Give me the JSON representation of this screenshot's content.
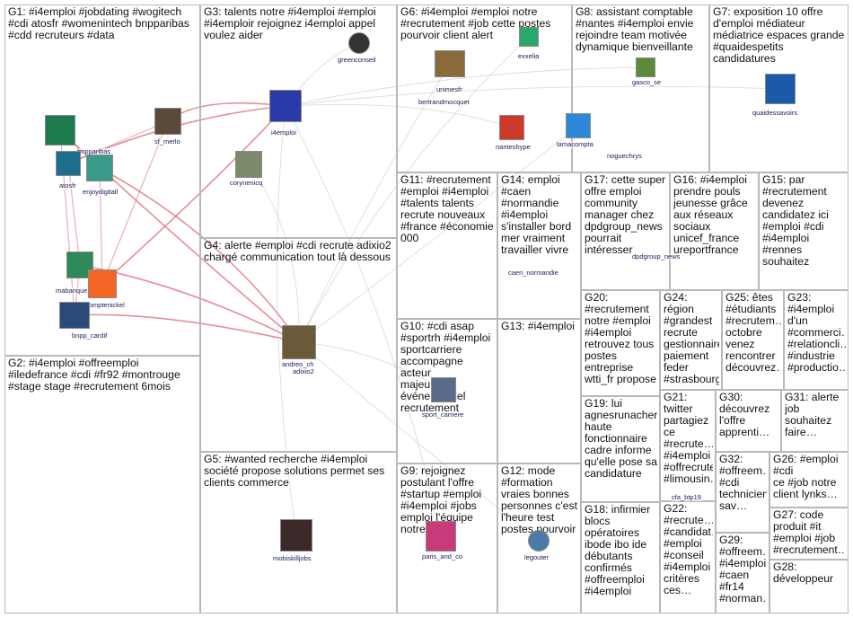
{
  "groups": [
    {
      "id": "G1",
      "text": "G1: #i4emploi #jobdating #wogitech\n#cdi atosfr #womenintech bnpparibas\n#cdd recruteurs #data"
    },
    {
      "id": "G2",
      "text": "G2: #i4emploi #offreemploi\n#iledefrance #cdi #fr92 #montrouge\n#stage stage #recrutement 6mois"
    },
    {
      "id": "G3",
      "text": "G3: talents notre #i4emploi #emploi\n#i4emploir rejoignez i4emploi appel\nvoulez aider"
    },
    {
      "id": "G4",
      "text": "G4: alerte #emploi #cdi recrute adixio2\nchargé communication tout là dessous"
    },
    {
      "id": "G5",
      "text": "G5: #wanted recherche #i4emploi\nsociété propose solutions permet ses\nclients commerce"
    },
    {
      "id": "G6",
      "text": "G6: #i4emploi #emploi notre\n#recrutement #job cette postes\npourvoir client alert"
    },
    {
      "id": "G7",
      "text": "G7: exposition 10 offre\nd'emploi médiateur\nmédiatrice espaces grande\n#quaidespetits\ncandidatures"
    },
    {
      "id": "G8",
      "text": "G8: assistant comptable\n#nantes #i4emploi envie\nrejoindre team motivée\ndynamique bienveillante"
    },
    {
      "id": "G9",
      "text": "G9: rejoignez\npostulant l'offre\n#startup #emploi\n#i4emploi #jobs\nemploi l'équipe\nnotre"
    },
    {
      "id": "G10",
      "text": "G10: #cdi asap\n#sportrh #i4emploi\nsportcarriere\naccompagne acteur\nmajeur\névénementiel\nrecrutement"
    },
    {
      "id": "G11",
      "text": "G11: #recrutement\n#emploi #i4emploi\n#talents talents\nrecrute nouveaux\n#france #économie\n000"
    },
    {
      "id": "G12",
      "text": "G12: mode\n#formation\nvraies bonnes\npersonnes c'est\nl'heure test\npostes pourvoir"
    },
    {
      "id": "G13",
      "text": "G13: #i4emploi"
    },
    {
      "id": "G14",
      "text": "G14: emploi\n#caen\n#normandie\n#i4emploi\ns'installer bord\nmer vraiment\ntravailler vivre"
    },
    {
      "id": "G15",
      "text": "G15: par\n#recrutement\ndevenez\ncandidatez ici\n#emploi #cdi\n#i4emploi\n#rennes\nsouhaitez"
    },
    {
      "id": "G16",
      "text": "G16: #i4emploi\nprendre pouls\njeunesse grâce\naux réseaux\nsociaux\nunicef_france\nureportfrance"
    },
    {
      "id": "G17",
      "text": "G17: cette super\noffre emploi\ncommunity\nmanager chez\ndpdgroup_news\npourrait\nintéresser"
    },
    {
      "id": "G18",
      "text": "G18: infirmier\nblocs\nopératoires\nibode ibo ide\ndébutants\nconfirmés\n#offreemploi\n#i4emploi"
    },
    {
      "id": "G19",
      "text": "G19: lui\nagnesrunacher\nhaute\nfonctionnaire\ncadre informe\nqu'elle pose sa\ncandidature"
    },
    {
      "id": "G20",
      "text": "G20:\n#recrutement\nnotre #emploi\n#i4emploi\nretrouvez tous\npostes\nentreprise\nwtti_fr propose"
    },
    {
      "id": "G21",
      "text": "G21:\ntwitter\npartagiez\nce\n#recrute…\n#i4emploi\n#offrecrute\n#limousin…"
    },
    {
      "id": "G22",
      "text": "G22:\n#recrute…\n#candidat…\n#emploi\n#conseil\n#i4emploi\ncritères\nces…"
    },
    {
      "id": "G23",
      "text": "G23:\n#i4emploi\nd'un\n#commerci…\n#relationcli…\n#industrie\n#productio…"
    },
    {
      "id": "G24",
      "text": "G24: région\n#grandest\nrecrute\ngestionnaire\npaiement\nfeder\n#strasbourg"
    },
    {
      "id": "G25",
      "text": "G25: êtes\n#étudiants\n#recrutem…\noctobre\nvenez\nrencontrer\ndécouvrez…"
    },
    {
      "id": "G26",
      "text": "G26: #emploi #cdi\nce #job notre\nclient lynks…"
    },
    {
      "id": "G27",
      "text": "G27: code\nproduit #it\n#emploi #job\n#recrutement…"
    },
    {
      "id": "G28",
      "text": "G28:\ndéveloppeur"
    },
    {
      "id": "G29",
      "text": "G29:\n#offreem…\n#i4emploi\n#caen\n#fr14\n#norman…"
    },
    {
      "id": "G30",
      "text": "G30:\ndécouvrez\nl'offre\napprenti…"
    },
    {
      "id": "G31",
      "text": "G31: alerte\njob\nsouhaitez\nfaire…"
    },
    {
      "id": "G32",
      "text": "G32:\n#offreem…\n#cdi\ntechnicien\nsav…"
    }
  ],
  "vertices": [
    {
      "name": "bnpparibas",
      "color": "#1d7a4e"
    },
    {
      "name": "atosfr",
      "color": "#1c6e8c"
    },
    {
      "name": "enjoydigitall",
      "color": "#3a9a8a"
    },
    {
      "name": "sf_merlo",
      "color": "#5b4a3a"
    },
    {
      "name": "mabanque",
      "color": "#2e8a5a"
    },
    {
      "name": "comptenickel",
      "color": "#f26522"
    },
    {
      "name": "bnpp_cardif",
      "color": "#2a4a7a"
    },
    {
      "name": "greenconseil",
      "color": "#333333"
    },
    {
      "name": "i4emploi",
      "color": "#2a3aa8"
    },
    {
      "name": "corynenicq",
      "color": "#7a8a6a"
    },
    {
      "name": "andreo_ch",
      "color": "#6a5a3a"
    },
    {
      "name": "adixio2",
      "color": "#4a6a4a"
    },
    {
      "name": "mobiskilljobs",
      "color": "#3a2a2a"
    },
    {
      "name": "unimesfr",
      "color": "#8a6a3a"
    },
    {
      "name": "bertrandmocquet",
      "color": "#b88a5a"
    },
    {
      "name": "nanteshype",
      "color": "#cc3a2a"
    },
    {
      "name": "exxelia",
      "color": "#2aa86a"
    },
    {
      "name": "gasco_se",
      "color": "#5a8a3a"
    },
    {
      "name": "lamacompta",
      "color": "#2a8ad8"
    },
    {
      "name": "noguechrys",
      "color": "#b89a6a"
    },
    {
      "name": "quaidessavoirs",
      "color": "#1a5aa8"
    },
    {
      "name": "sport_carriere",
      "color": "#5a6a8a"
    },
    {
      "name": "paris_and_co",
      "color": "#c83a7a"
    },
    {
      "name": "legouter",
      "color": "#4a7aa8"
    },
    {
      "name": "caen_normandie",
      "color": "#3a6a9a"
    },
    {
      "name": "dpdgroup_news",
      "color": "#b82a2a"
    },
    {
      "name": "cfa_btp19",
      "color": "#8a6a2a"
    }
  ],
  "colors": {
    "group_border": "#b8b8b8",
    "edge": "#c8c8c8",
    "edge_strong": "#d8606a",
    "text": "#111111"
  }
}
